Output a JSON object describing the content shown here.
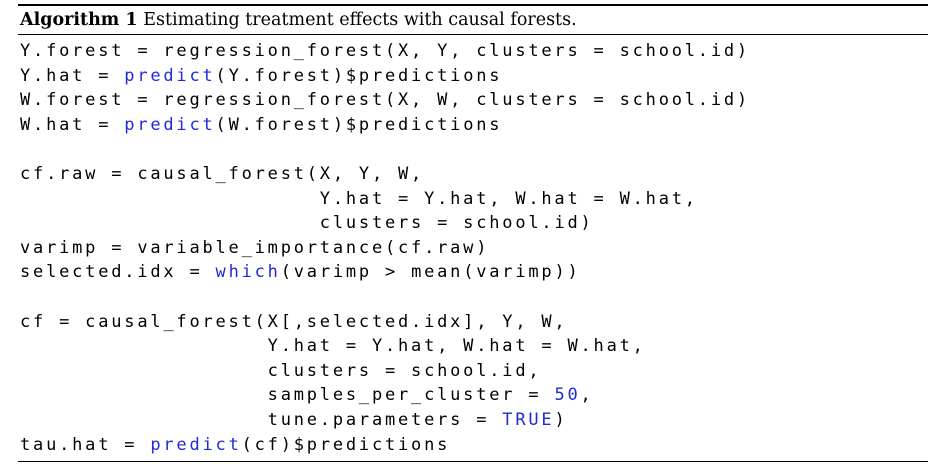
{
  "algorithm": {
    "label": "Algorithm 1",
    "caption": "Estimating treatment effects with causal forests."
  },
  "code_lines": [
    [
      {
        "t": "Y.forest = regression_forest(X, Y, clusters = school.id)"
      }
    ],
    [
      {
        "t": "Y.hat = "
      },
      {
        "t": "predict",
        "k": true
      },
      {
        "t": "(Y.forest)$predictions"
      }
    ],
    [
      {
        "t": "W.forest = regression_forest(X, W, clusters = school.id)"
      }
    ],
    [
      {
        "t": "W.hat = "
      },
      {
        "t": "predict",
        "k": true
      },
      {
        "t": "(W.forest)$predictions"
      }
    ],
    [],
    [
      {
        "t": "cf.raw = causal_forest(X, Y, W,"
      }
    ],
    [
      {
        "t": "                       Y.hat = Y.hat, W.hat = W.hat,"
      }
    ],
    [
      {
        "t": "                       clusters = school.id)"
      }
    ],
    [
      {
        "t": "varimp = variable_importance(cf.raw)"
      }
    ],
    [
      {
        "t": "selected.idx = "
      },
      {
        "t": "which",
        "k": true
      },
      {
        "t": "(varimp > mean(varimp))"
      }
    ],
    [],
    [
      {
        "t": "cf = causal_forest(X[,selected.idx], Y, W,"
      }
    ],
    [
      {
        "t": "                   Y.hat = Y.hat, W.hat = W.hat,"
      }
    ],
    [
      {
        "t": "                   clusters = school.id,"
      }
    ],
    [
      {
        "t": "                   samples_per_cluster = "
      },
      {
        "t": "50",
        "k": true
      },
      {
        "t": ","
      }
    ],
    [
      {
        "t": "                   tune.parameters = "
      },
      {
        "t": "TRUE",
        "k": true
      },
      {
        "t": ")"
      }
    ],
    [
      {
        "t": "tau.hat = "
      },
      {
        "t": "predict",
        "k": true
      },
      {
        "t": "(cf)$predictions"
      }
    ]
  ],
  "colors": {
    "keyword": "#1f2bd6",
    "text": "#000000"
  }
}
